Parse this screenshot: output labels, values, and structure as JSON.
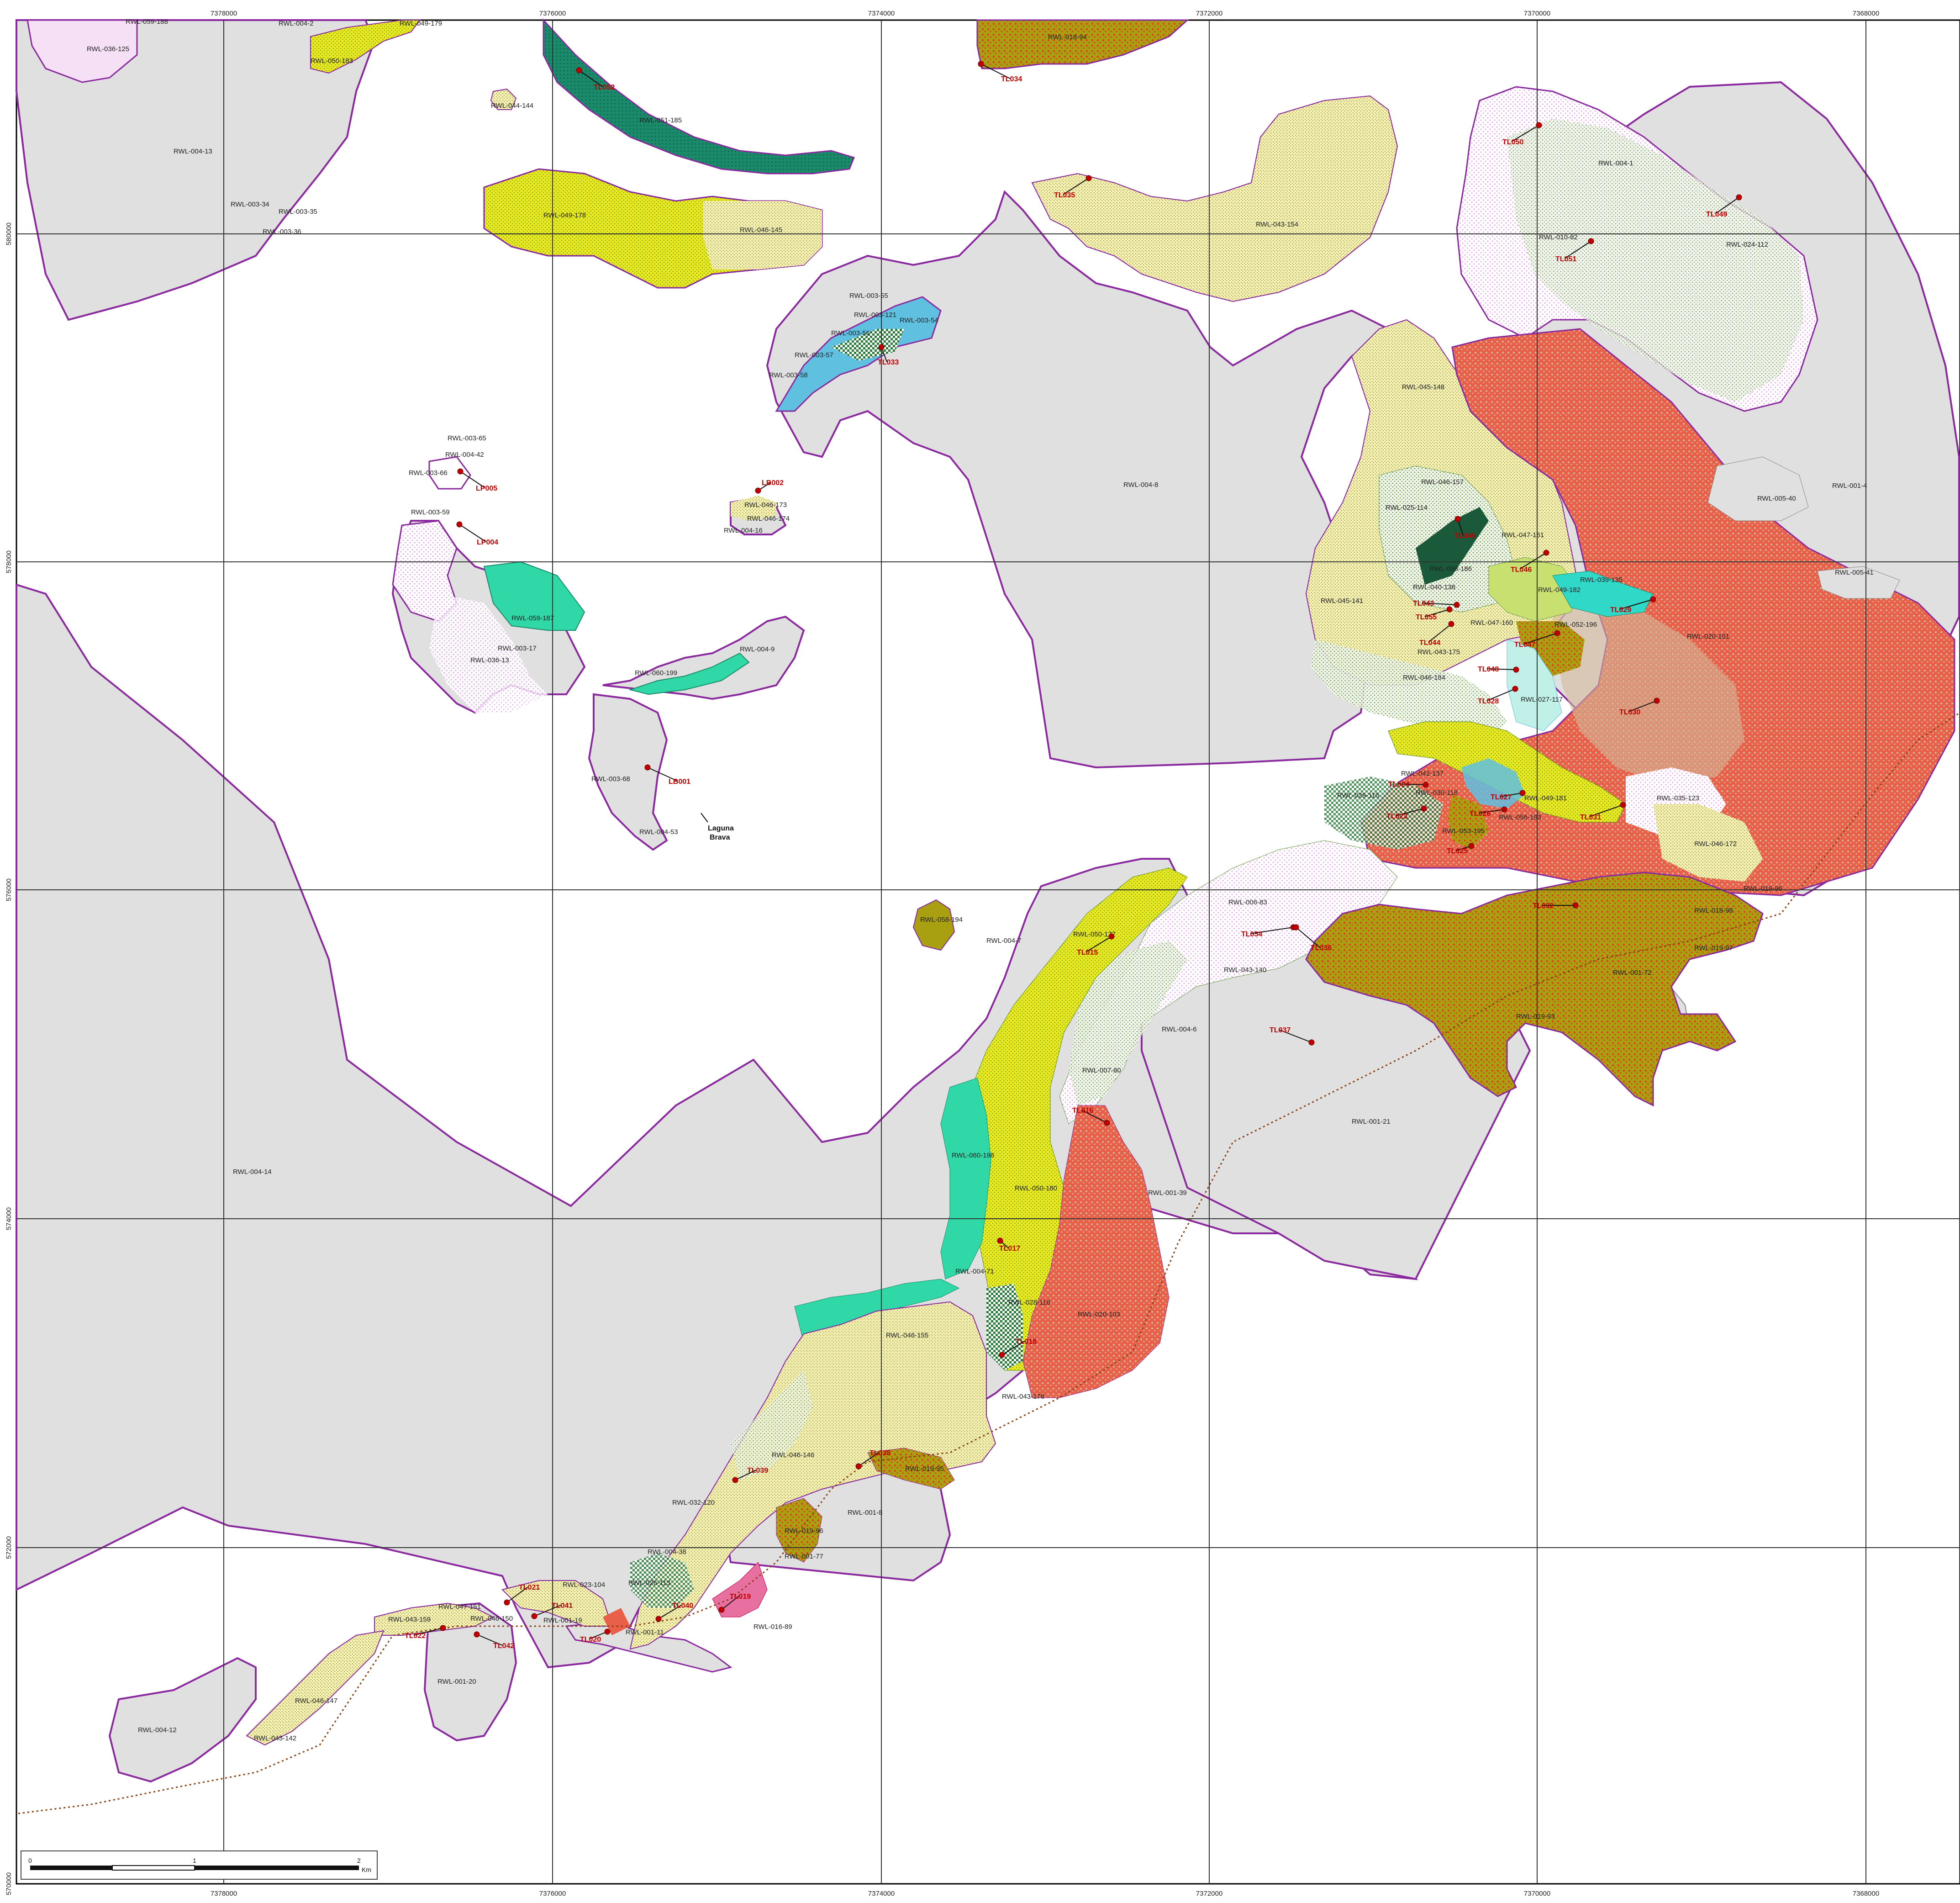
{
  "map": {
    "colors": {
      "background": "#ffffff",
      "gray_polygon": "#e0e0e0",
      "purple_outline": "#8b2a9e",
      "grid": "#333333",
      "salmon_red": "#e8604a",
      "tan": "#d4b89a",
      "light_yellow": "#f5f0b0",
      "yellow": "#e8e820",
      "olive": "#a8a010",
      "green_dots": "#6a9a4a",
      "teal": "#1a8a6a",
      "mint": "#30d8a8",
      "pink": "#f0c0f0",
      "cyan": "#60c0e0",
      "dark_green": "#1a5a3a",
      "hot_pink": "#e870a0",
      "tl_red": "#c00000",
      "trail": "#8a4010"
    },
    "x_ticks": [
      "7378000",
      "7376000",
      "7374000",
      "7372000",
      "7370000",
      "7368000"
    ],
    "y_ticks": [
      "580000",
      "578000",
      "576000",
      "574000",
      "572000",
      "570000"
    ],
    "rwl_labels": [
      "RWL-059-188",
      "RWL-004-2",
      "RWL-049-179",
      "RWL-036-125",
      "RWL-050-183",
      "RWL-044-144",
      "RWL-004-13",
      "RWL-003-34",
      "RWL-003-35",
      "RWL-003-36",
      "RWL-051-185",
      "RWL-018-94",
      "RWL-049-178",
      "RWL-046-145",
      "RWL-043-154",
      "RWL-003-55",
      "RWL-003-121",
      "RWL-003-54",
      "RWL-003-56",
      "RWL-003-57",
      "RWL-003-58",
      "RWL-003-65",
      "RWL-004-42",
      "RWL-003-66",
      "RWL-003-59",
      "RWL-046-173",
      "RWL-046-174",
      "RWL-004-16",
      "RWL-004-8",
      "RWL-059-187",
      "RWL-003-17",
      "RWL-036-13",
      "RWL-060-199",
      "RWL-004-9",
      "RWL-003-68",
      "RWL-004-53",
      "RWL-004-1",
      "RWL-010-82",
      "RWL-024-112",
      "RWL-045-148",
      "RWL-046-157",
      "RWL-001-4",
      "RWL-005-40",
      "RWL-025-114",
      "RWL-047-161",
      "RWL-056-186",
      "RWL-040-136",
      "RWL-049-182",
      "RWL-039-135",
      "RWL-005-41",
      "RWL-045-141",
      "RWL-047-160",
      "RWL-052-196",
      "RWL-043-175",
      "RWL-020-101",
      "RWL-046-184",
      "RWL-027-117",
      "RWL-042-137",
      "RWL-029-115",
      "RWL-030-118",
      "RWL-049-181",
      "RWL-056-193",
      "RWL-053-195",
      "RWL-035-123",
      "RWL-046-172",
      "RWL-019-96",
      "RWL-058-194",
      "RWL-004-7",
      "RWL-006-83",
      "RWL-050-177",
      "RWL-043-140",
      "RWL-018-98",
      "RWL-019-97",
      "RWL-001-72",
      "RWL-004-6",
      "RWL-019-93",
      "RWL-007-80",
      "RWL-001-21",
      "RWL-060-198",
      "RWL-050-180",
      "RWL-001-39",
      "RWL-004-14",
      "RWL-004-71",
      "RWL-028-116",
      "RWL-020-103",
      "RWL-046-155",
      "RWL-043-176",
      "RWL-046-146",
      "RWL-019-95",
      "RWL-032-120",
      "RWL-001-8",
      "RWL-019-96",
      "RWL-004-38",
      "RWL-001-77",
      "RWL-026-113",
      "RWL-023-104",
      "RWL-001-19",
      "RWL-001-11",
      "RWL-047-151",
      "RWL-043-159",
      "RWL-046-150",
      "RWL-016-89",
      "RWL-001-20",
      "RWL-046-147",
      "RWL-004-12",
      "RWL-043-142"
    ],
    "tl_labels": [
      "TL052",
      "TL034",
      "TL050",
      "TL049",
      "TL035",
      "TL051",
      "TL033",
      "LB002",
      "LP005",
      "LP004",
      "TL045",
      "TL046",
      "TL043",
      "TL055",
      "TL029",
      "TL044",
      "TL047",
      "TL048",
      "TL028",
      "TL030",
      "LB001",
      "TL024",
      "TL027",
      "TL023",
      "TL026",
      "TL031",
      "TL025",
      "TL032",
      "TL054",
      "TL036",
      "TL015",
      "TL037",
      "TL016",
      "TL017",
      "TL018",
      "TL038",
      "TL039",
      "TL019",
      "TL040",
      "TL021",
      "TL041",
      "TL020",
      "TL022",
      "TL042"
    ],
    "place_label_line1": "Laguna",
    "place_label_line2": "Brava",
    "scale": {
      "tick_0": "0",
      "tick_1": "1",
      "tick_2": "2",
      "unit": "Km"
    }
  }
}
